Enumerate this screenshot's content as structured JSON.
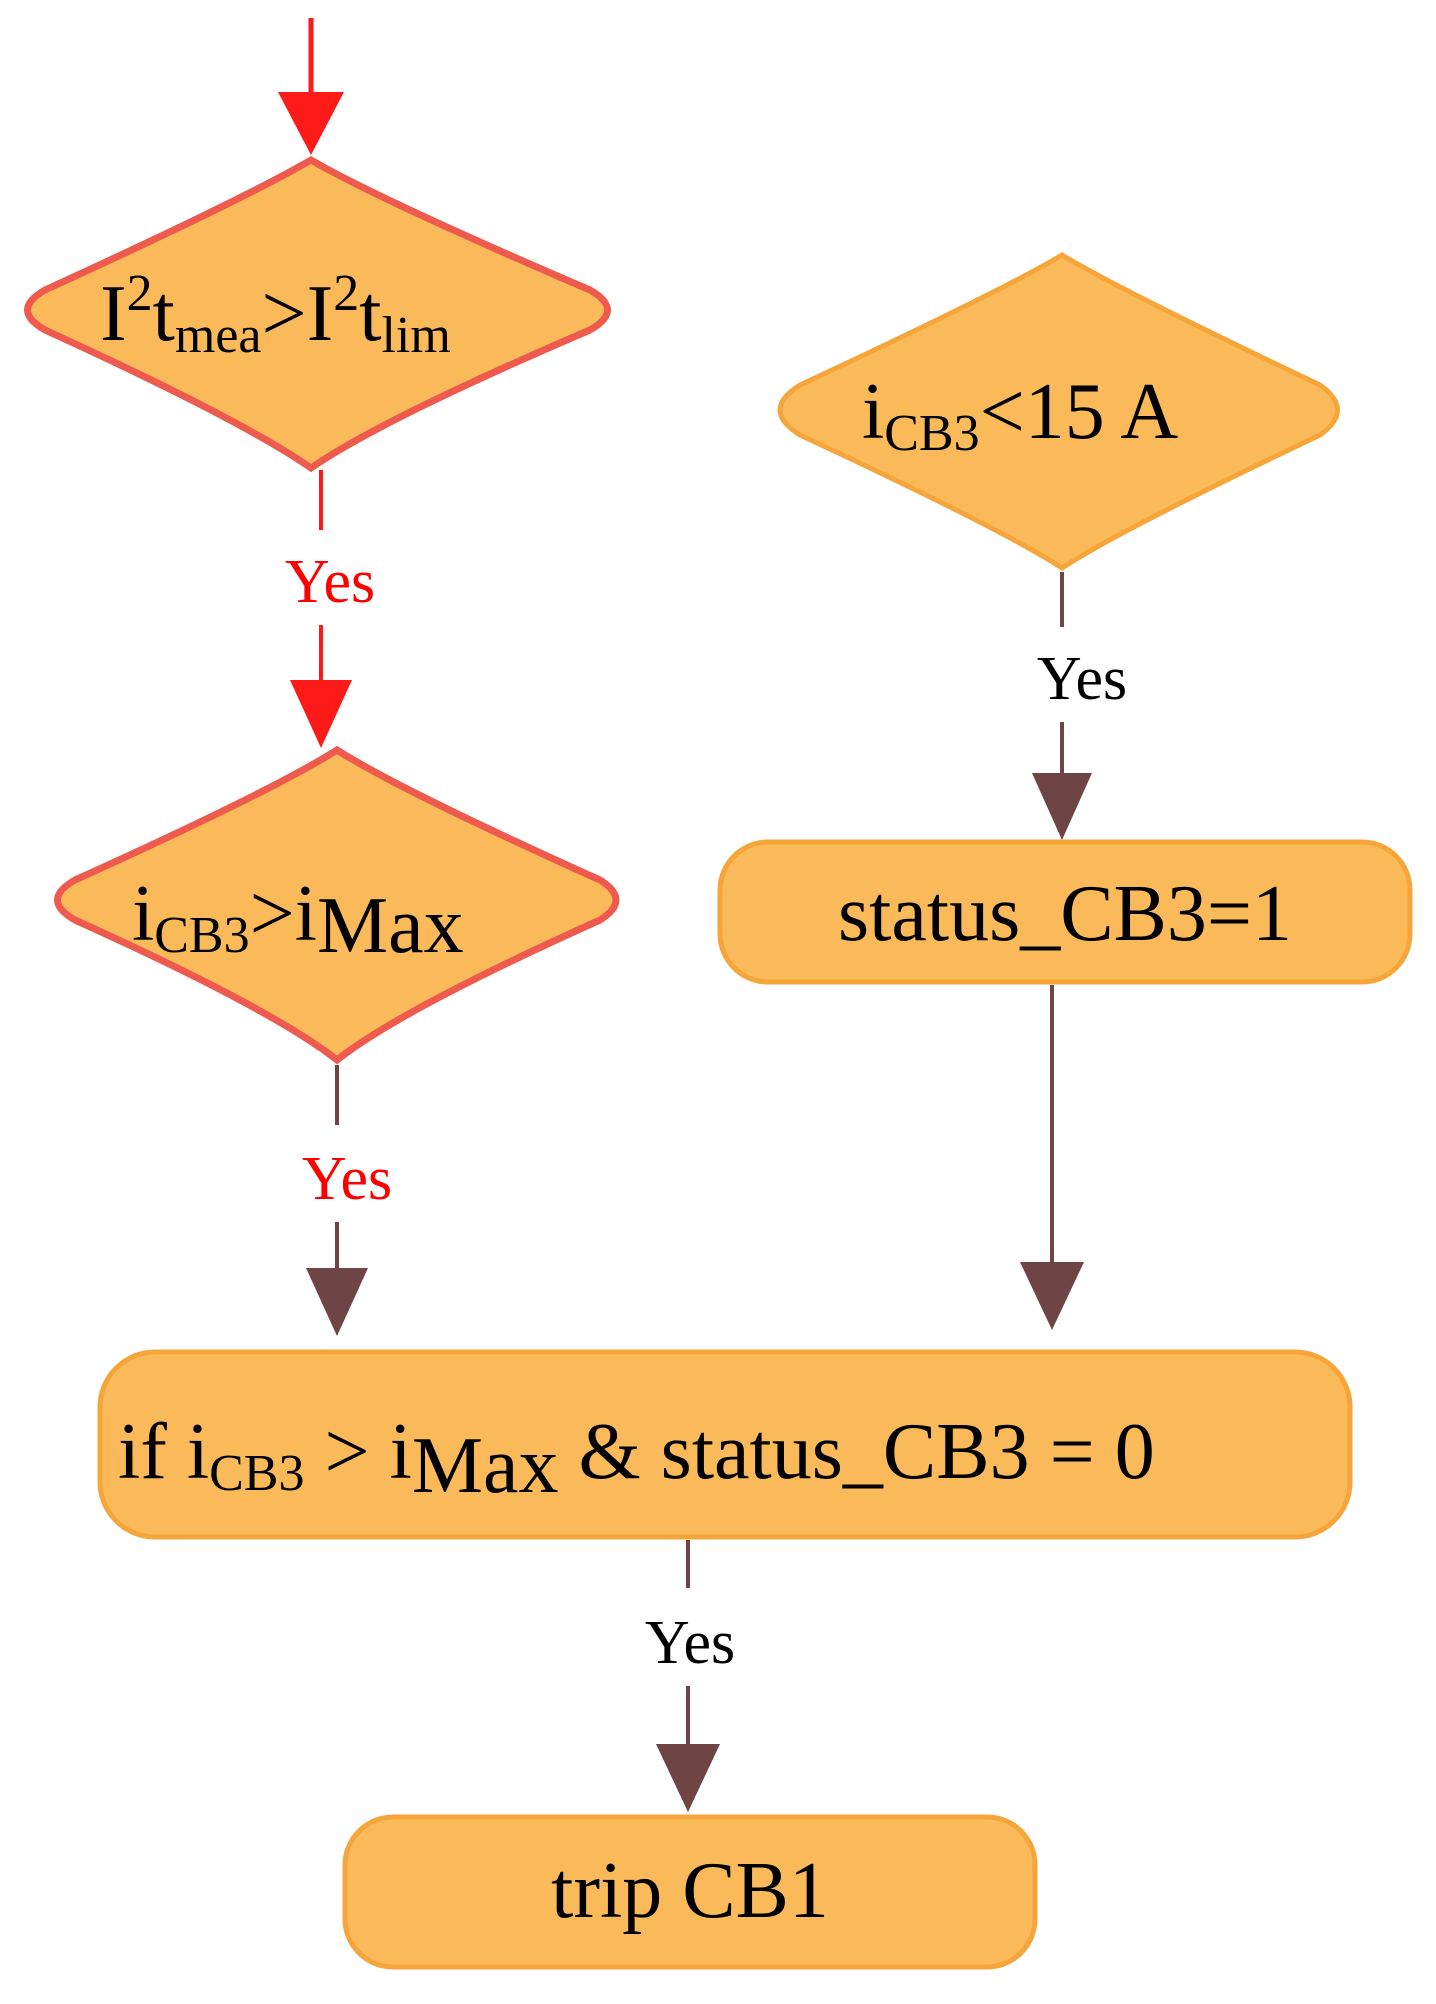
{
  "diagram": {
    "colors": {
      "node_fill": "#FBBA5A",
      "node_stroke_orange": "#F5A53A",
      "node_stroke_red": "#EE5A4E",
      "arrow_red": "#FF1A1A",
      "arrow_brown": "#6E4444",
      "label_red": "#FF0000",
      "label_black": "#000000"
    },
    "nodes": {
      "decision_i2t": {
        "base1": "I",
        "sup1": "2",
        "base2": "t",
        "sub2": "mea",
        "op": ">",
        "base3": "I",
        "sup3": "2",
        "base4": "t",
        "sub4": "lim"
      },
      "decision_icb3_15": {
        "base1": "i",
        "sub1": "CB3",
        "rest": "<15 A"
      },
      "decision_icb3_imax": {
        "base1": "i",
        "sub1": "CB3",
        "op": ">",
        "base2": "i",
        "sub2": "Max"
      },
      "process_status": {
        "text": "status_CB3=1"
      },
      "process_if": {
        "t1": "if i",
        "sub1": "CB3",
        "t2": " > i",
        "sub2": "Max",
        "t3": " & status_CB3 = 0"
      },
      "process_trip": {
        "text": "trip CB1"
      }
    },
    "edges": {
      "yes_1": "Yes",
      "yes_2": "Yes",
      "yes_3": "Yes",
      "yes_4": "Yes"
    }
  }
}
